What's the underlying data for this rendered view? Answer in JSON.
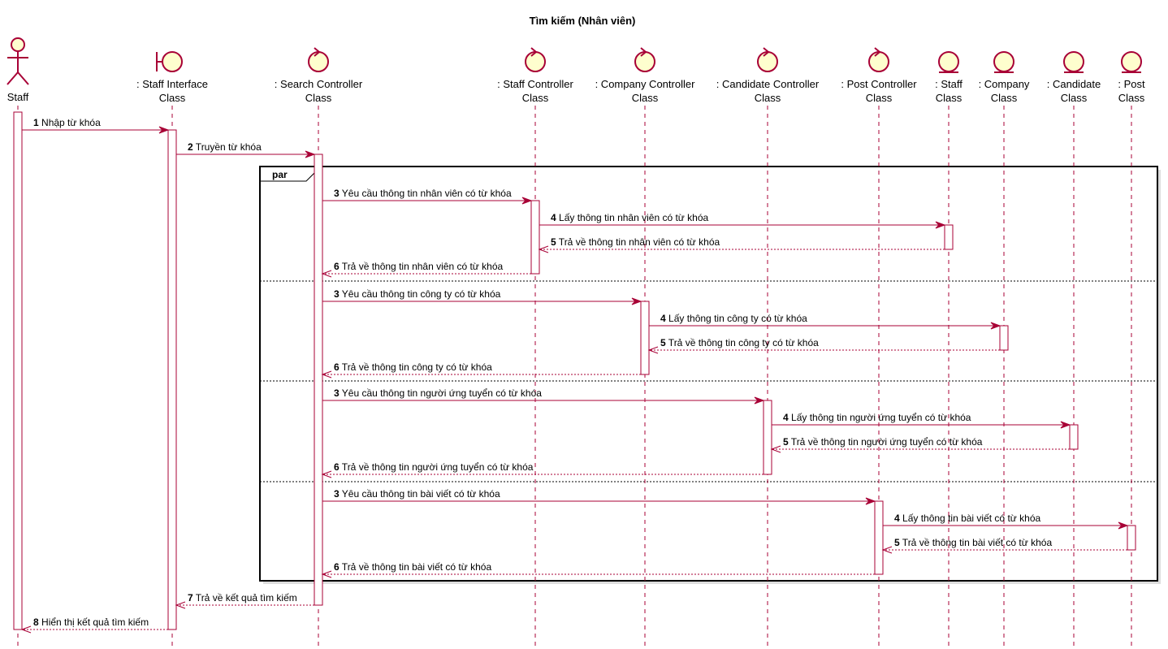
{
  "title": "Tìm kiếm (Nhân viên)",
  "participants": [
    {
      "id": "staff",
      "kind": "actor",
      "lines": [
        "Staff"
      ]
    },
    {
      "id": "staff-interface",
      "kind": "boundary",
      "lines": [
        ": Staff Interface",
        "Class"
      ]
    },
    {
      "id": "search-controller",
      "kind": "control",
      "lines": [
        ": Search Controller",
        "Class"
      ]
    },
    {
      "id": "staff-controller",
      "kind": "control",
      "lines": [
        ": Staff Controller",
        "Class"
      ]
    },
    {
      "id": "company-controller",
      "kind": "control",
      "lines": [
        ": Company Controller",
        "Class"
      ]
    },
    {
      "id": "candidate-controller",
      "kind": "control",
      "lines": [
        ": Candidate Controller",
        "Class"
      ]
    },
    {
      "id": "post-controller",
      "kind": "control",
      "lines": [
        ": Post Controller",
        "Class"
      ]
    },
    {
      "id": "staff-entity",
      "kind": "entity",
      "lines": [
        ": Staff",
        "Class"
      ]
    },
    {
      "id": "company-entity",
      "kind": "entity",
      "lines": [
        ": Company",
        "Class"
      ]
    },
    {
      "id": "candidate-entity",
      "kind": "entity",
      "lines": [
        ": Candidate",
        "Class"
      ]
    },
    {
      "id": "post-entity",
      "kind": "entity",
      "lines": [
        ": Post",
        "Class"
      ]
    }
  ],
  "fragment": {
    "label": "par"
  },
  "messages": [
    {
      "num": "1",
      "text": "Nhập từ khóa",
      "from": "staff",
      "to": "staff-interface",
      "type": "call"
    },
    {
      "num": "2",
      "text": "Truyền từ khóa",
      "from": "staff-interface",
      "to": "search-controller",
      "type": "call"
    },
    {
      "num": "3",
      "text": "Yêu cầu thông tin nhân viên có từ khóa",
      "from": "search-controller",
      "to": "staff-controller",
      "type": "call"
    },
    {
      "num": "4",
      "text": "Lấy thông tin nhân viên có từ khóa",
      "from": "staff-controller",
      "to": "staff-entity",
      "type": "call"
    },
    {
      "num": "5",
      "text": "Trả về thông tin nhân viên có từ khóa",
      "from": "staff-entity",
      "to": "staff-controller",
      "type": "return"
    },
    {
      "num": "6",
      "text": "Trả về thông tin nhân viên có từ khóa",
      "from": "staff-controller",
      "to": "search-controller",
      "type": "return"
    },
    {
      "num": "3",
      "text": "Yêu cầu thông tin công ty có từ khóa",
      "from": "search-controller",
      "to": "company-controller",
      "type": "call"
    },
    {
      "num": "4",
      "text": "Lấy thông tin công ty có từ khóa",
      "from": "company-controller",
      "to": "company-entity",
      "type": "call"
    },
    {
      "num": "5",
      "text": "Trả về thông tin công ty có từ khóa",
      "from": "company-entity",
      "to": "company-controller",
      "type": "return"
    },
    {
      "num": "6",
      "text": "Trả về thông tin công ty có từ khóa",
      "from": "company-controller",
      "to": "search-controller",
      "type": "return"
    },
    {
      "num": "3",
      "text": "Yêu cầu thông tin người ứng tuyển có từ khóa",
      "from": "search-controller",
      "to": "candidate-controller",
      "type": "call"
    },
    {
      "num": "4",
      "text": "Lấy thông tin người ứng tuyển có từ khóa",
      "from": "candidate-controller",
      "to": "candidate-entity",
      "type": "call"
    },
    {
      "num": "5",
      "text": "Trả về thông tin người ứng tuyển có từ khóa",
      "from": "candidate-entity",
      "to": "candidate-controller",
      "type": "return"
    },
    {
      "num": "6",
      "text": "Trả về thông tin người ứng tuyển có từ khóa",
      "from": "candidate-controller",
      "to": "search-controller",
      "type": "return"
    },
    {
      "num": "3",
      "text": "Yêu cầu thông tin bài viết có từ khóa",
      "from": "search-controller",
      "to": "post-controller",
      "type": "call"
    },
    {
      "num": "4",
      "text": "Lấy thông tin bài viết có từ khóa",
      "from": "post-controller",
      "to": "post-entity",
      "type": "call"
    },
    {
      "num": "5",
      "text": "Trả về thông tin bài viết có từ khóa",
      "from": "post-entity",
      "to": "post-controller",
      "type": "return"
    },
    {
      "num": "6",
      "text": "Trả về thông tin bài viết có từ khóa",
      "from": "post-controller",
      "to": "search-controller",
      "type": "return"
    },
    {
      "num": "7",
      "text": "Trả về kết quả tìm kiếm",
      "from": "search-controller",
      "to": "staff-interface",
      "type": "return"
    },
    {
      "num": "8",
      "text": "Hiển thị kết quả tìm kiếm",
      "from": "staff-interface",
      "to": "staff",
      "type": "return"
    }
  ],
  "colors": {
    "line": "#A80036",
    "icon_fill": "#FEFECE",
    "frame": "#000000",
    "background": "#FFFFFF"
  }
}
